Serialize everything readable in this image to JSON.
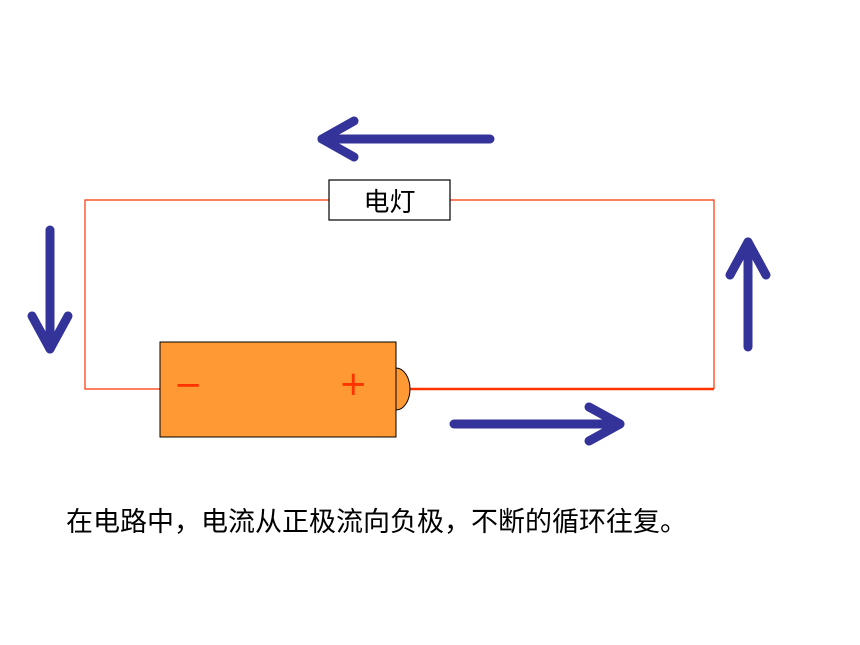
{
  "lamp": {
    "label": "电灯"
  },
  "battery": {
    "negative_label": "−",
    "positive_label": "+"
  },
  "caption": "在电路中，电流从正极流向负极，不断的循环往复。",
  "colors": {
    "wire": "#ff3300",
    "arrow": "#333399",
    "battery_fill": "#ff9933",
    "terminal_label": "#ff3300"
  },
  "arrows": [
    {
      "name": "arrow-top",
      "direction": "left"
    },
    {
      "name": "arrow-left",
      "direction": "down"
    },
    {
      "name": "arrow-bottom",
      "direction": "right"
    },
    {
      "name": "arrow-right",
      "direction": "up"
    }
  ]
}
